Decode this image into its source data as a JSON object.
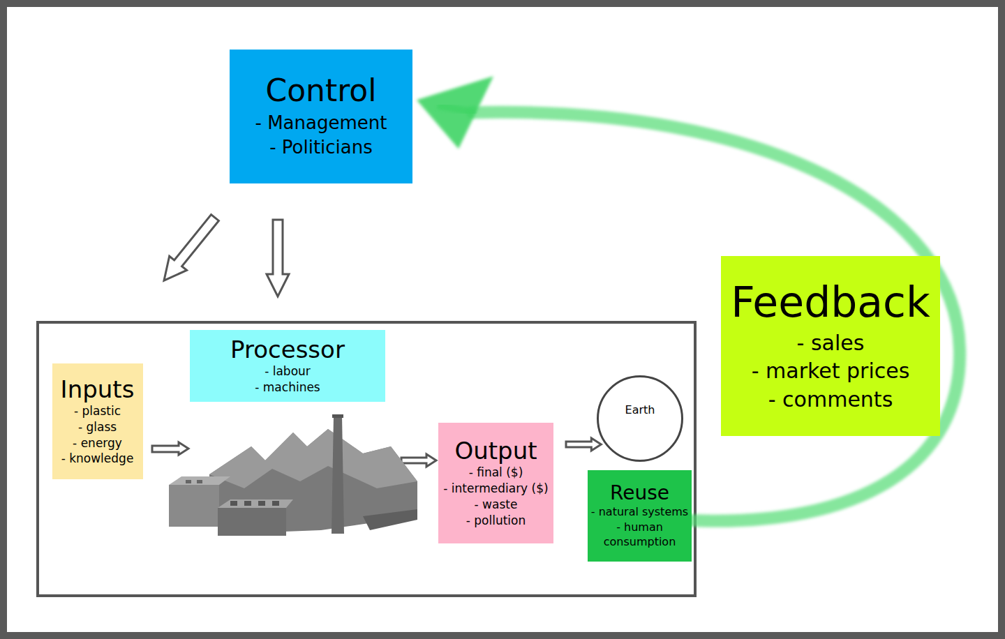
{
  "diagram": {
    "nodes": [
      {
        "text": [
          "Control",
          "- Management - Politicians"
        ]
      },
      {
        "text": [
          "Inputs",
          "- plastic - glass - energy - knowledge"
        ]
      },
      {
        "text": [
          "Processor",
          "- labour - machines"
        ]
      },
      {
        "text": [
          "Output",
          "- final ($) - intermediary ($) - waste - pollution"
        ]
      },
      {
        "text": [
          "Earth"
        ]
      },
      {
        "text": [
          "Reuse",
          "- natural systems - human consumption"
        ]
      },
      {
        "text": [
          "Feedback",
          "- sales - market prices - comments"
        ]
      }
    ],
    "edges": [
      {
        "from": 3,
        "to": 4,
        "arrow": "to"
      },
      {
        "from": 5,
        "to": 0,
        "arrow": "to"
      }
    ]
  }
}
